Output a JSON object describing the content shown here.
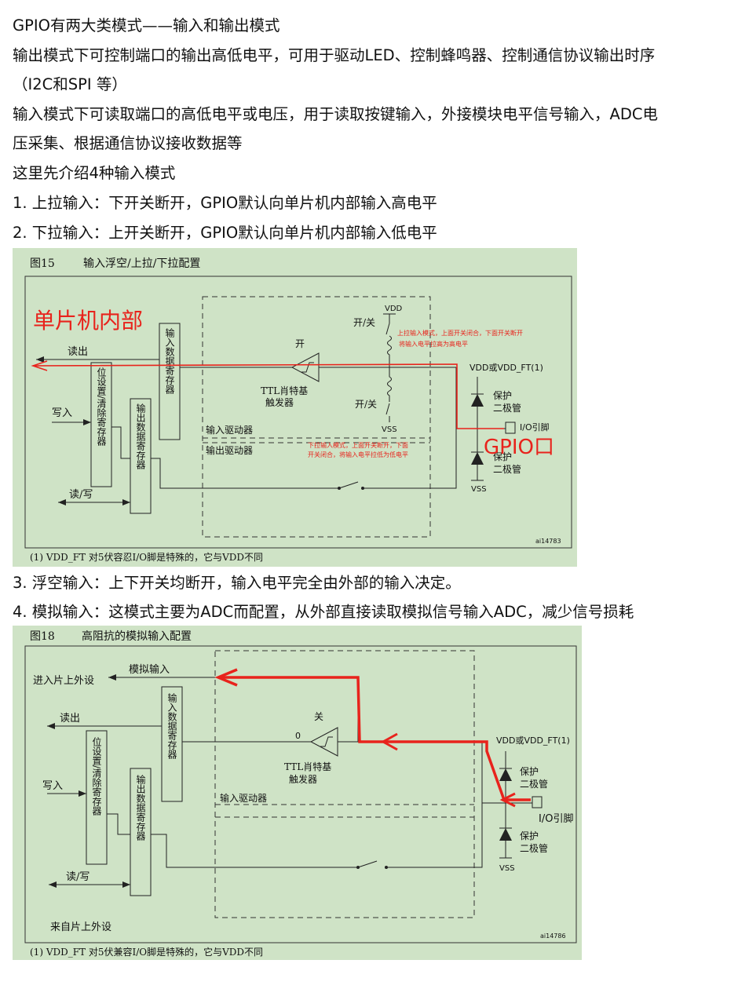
{
  "paragraphs": [
    "GPIO有两大类模式——输入和输出模式",
    "输出模式下可控制端口的输出高低电平，可用于驱动LED、控制蜂鸣器、控制通信协议输出时序",
    "（I2C和SPI 等）",
    "输入模式下可读取端口的高低电平或电压，用于读取按键输入，外接模块电平信号输入，ADC电",
    "压采集、根据通信协议接收数据等",
    "这里先介绍4种输入模式",
    "1. 上拉输入：下开关断开，GPIO默认向单片机内部输入高电平",
    "2. 下拉输入：上开关断开，GPIO默认向单片机内部输入低电平"
  ],
  "paragraphs2": [
    "3. 浮空输入：上下开关均断开，输入电平完全由外部的输入决定。",
    "4. 模拟输入：这模式主要为ADC而配置，从外部直接读取模拟信号输入ADC，减少信号损耗"
  ],
  "figure15": {
    "title_num": "图15",
    "title": "输入浮空/上拉/下拉配置",
    "annot_mcu": "单片机内部",
    "annot_gpio": "GPIO口",
    "annot_pullup_1": "上拉输入模式，上面开关闭合，下面开关断开",
    "annot_pullup_2": "将输入电平拉高为高电平",
    "annot_pulldown_1": "下拉输入模式，上面开关断开，下面",
    "annot_pulldown_2": "开关闭合，将输入电平拉低为低电平",
    "read_out": "读出",
    "write_in": "写入",
    "read_write": "读/写",
    "set_reset_reg": "位设置/清除寄存器",
    "input_data_reg": "输入数据寄存器",
    "output_data_reg": "输出数据寄存器",
    "open_label": "开",
    "ttl_1": "TTL肖特基",
    "ttl_2": "触发器",
    "input_driver": "输入驱动器",
    "output_driver": "输出驱动器",
    "switch_top": "开/关",
    "switch_bottom": "开/关",
    "vdd": "VDD",
    "vss": "VSS",
    "vdd_or": "VDD或VDD_FT(1)",
    "protect_1": "保护",
    "protect_2": "二极管",
    "io_pin": "I/O引脚",
    "ref": "ai14783",
    "footnote": "(1) VDD_FT 对5伏容忍I/O脚是特殊的，它与VDD不同"
  },
  "figure18": {
    "title_num": "图18",
    "title": "高阻抗的模拟输入配置",
    "to_peripheral": "进入片上外设",
    "analog_input": "模拟输入",
    "read_out": "读出",
    "write_in": "写入",
    "read_write": "读/写",
    "set_reset_reg": "位设置/清除寄存器",
    "input_data_reg": "输入数据寄存器",
    "output_data_reg": "输出数据寄存器",
    "off_label": "关",
    "zero": "0",
    "ttl_1": "TTL肖特基",
    "ttl_2": "触发器",
    "input_driver": "输入驱动器",
    "vdd_or": "VDD或VDD_FT(1)",
    "protect_1": "保护",
    "protect_2": "二极管",
    "io_pin": "I/O引脚",
    "vss": "VSS",
    "from_peripheral": "来自片上外设",
    "ref": "ai14786",
    "footnote": "(1) VDD_FT 对5伏兼容I/O脚是特殊的，它与VDD不同"
  },
  "colors": {
    "figure_bg": "#cfe3c6",
    "annotation_red": "#e8231c",
    "line": "#222222"
  }
}
